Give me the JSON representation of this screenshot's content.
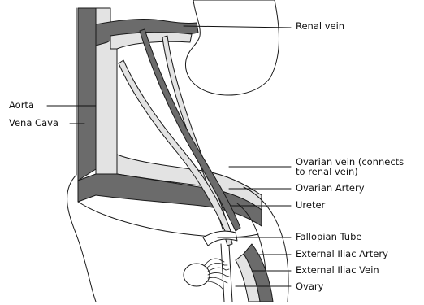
{
  "labels": {
    "renal_vein": "Renal vein",
    "aorta": "Aorta",
    "vena_cava": "Vena Cava",
    "ovarian_vein_line1": "Ovarian vein (connects",
    "ovarian_vein_line2": "to renal vein)",
    "ovarian_artery": "Ovarian Artery",
    "ureter": "Ureter",
    "fallopian_tube": "Fallopian Tube",
    "external_iliac_artery": "External Iliac Artery",
    "external_iliac_vein": "External Iliac Vein",
    "ovary": "Ovary"
  },
  "colors": {
    "vein_dark": "#6b6b6b",
    "artery_light": "#e3e3e3",
    "outline": "#1a1a1a",
    "background": "#ffffff"
  }
}
